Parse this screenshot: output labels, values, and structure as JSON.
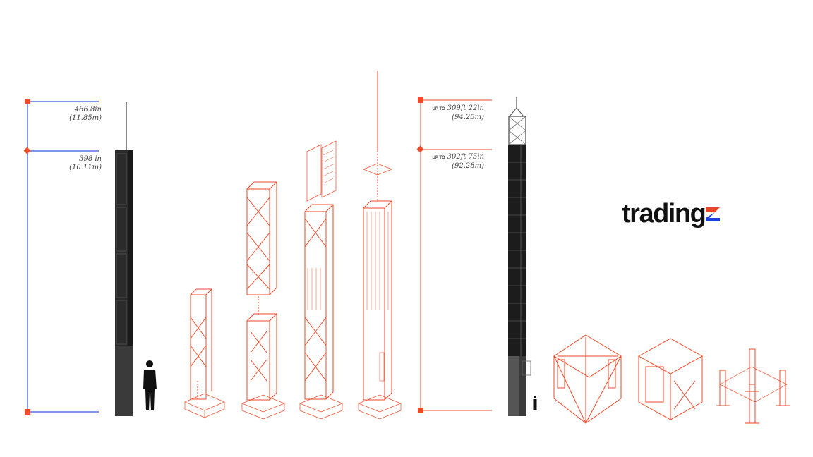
{
  "left_dimensions": {
    "top": {
      "value": "466.8in",
      "metric": "(11.85m)"
    },
    "mid": {
      "value": "398 in",
      "metric": "(10.11m)"
    }
  },
  "right_dimensions": {
    "top": {
      "prefix": "UP TO",
      "value": "309ft 22in",
      "metric": "(94.25m)"
    },
    "mid": {
      "prefix": "UP TO",
      "value": "302ft 75in",
      "metric": "(92.28m)"
    }
  },
  "logo": {
    "text": "tradingz",
    "brand_text": "tradin",
    "letter_g": "g",
    "letter_z": "z"
  },
  "colors": {
    "blue": "#3355dd",
    "red": "#f04a2a",
    "dark": "#2b2b2b",
    "logo_z_red": "#e8452a",
    "logo_z_blue": "#1f3fe0"
  }
}
